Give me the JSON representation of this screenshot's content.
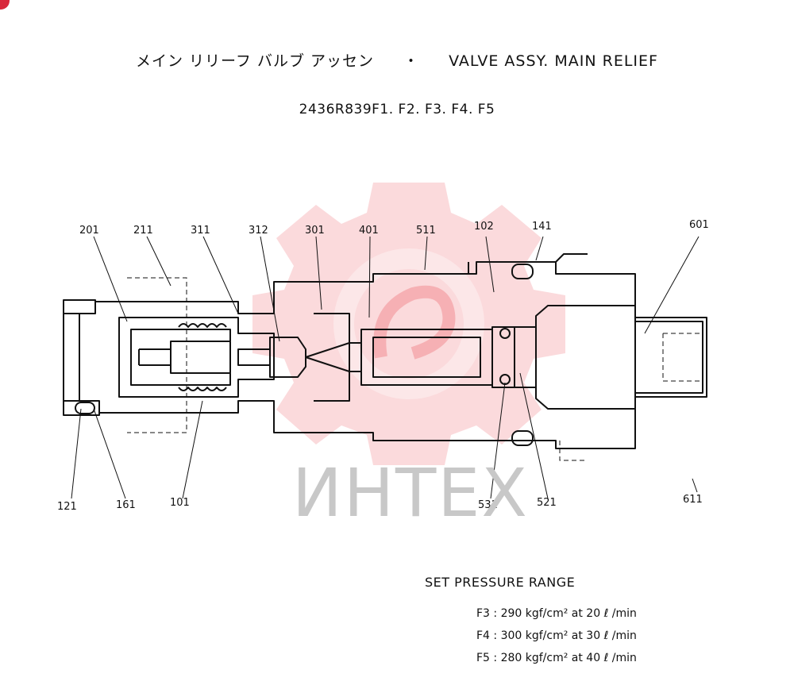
{
  "header": {
    "title_jp": "メイン リリーフ バルブ アッセン",
    "title_sep": "・",
    "title_en": "VALVE ASSY. MAIN RELIEF",
    "part_numbers": "2436R839F1. F2. F3. F4. F5"
  },
  "watermark": {
    "text": "ИНТЕХ",
    "color": "#e8323c"
  },
  "part_labels": {
    "p201": "201",
    "p211": "211",
    "p311": "311",
    "p312": "312",
    "p301": "301",
    "p401": "401",
    "p511": "511",
    "p102": "102",
    "p141": "141",
    "p601": "601",
    "p121": "121",
    "p161": "161",
    "p101": "101",
    "p531": "531",
    "p521": "521",
    "p611": "611"
  },
  "pressure": {
    "title": "SET PRESSURE RANGE",
    "rows": [
      {
        "text": "F3 : 290 kgf/cm² at 20 ℓ /min"
      },
      {
        "text": "F4 : 300 kgf/cm² at 30 ℓ /min"
      },
      {
        "text": "F5 : 280 kgf/cm² at 40 ℓ /min"
      }
    ]
  }
}
